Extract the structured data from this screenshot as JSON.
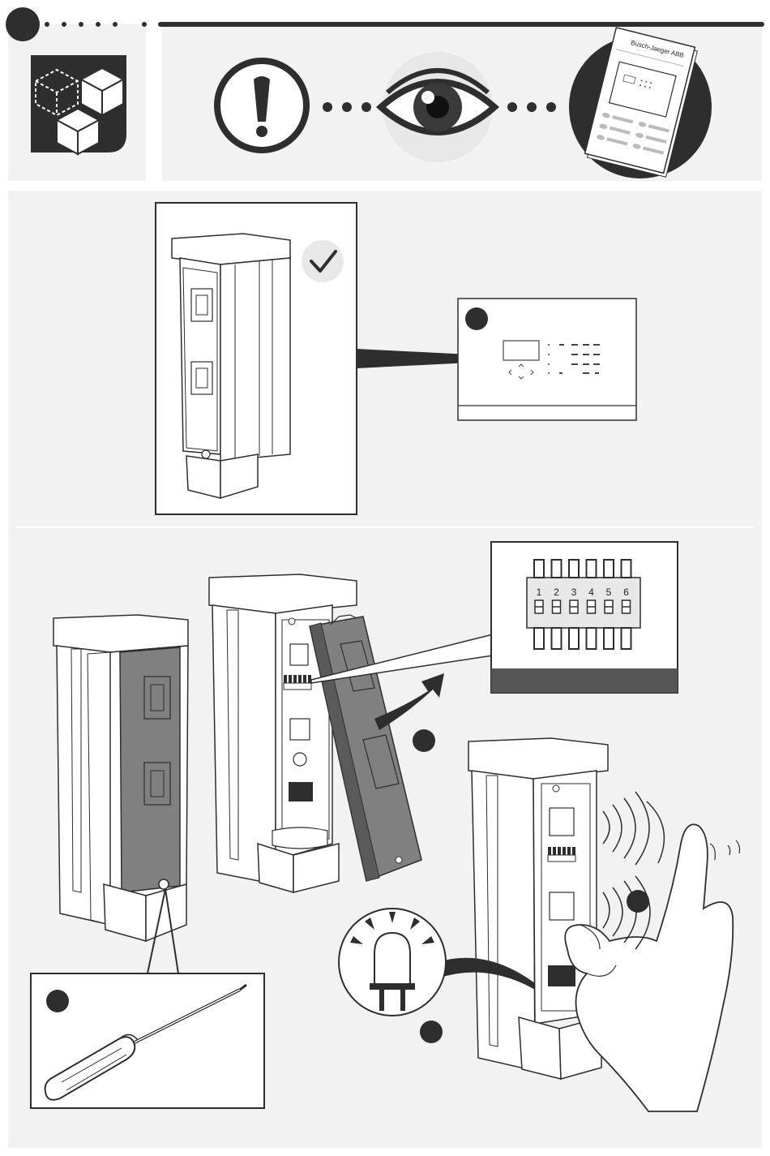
{
  "manual": {
    "brand_text": "Busch-Jaeger ABB",
    "dip_switches": {
      "labels": [
        "1",
        "2",
        "3",
        "4",
        "5",
        "6"
      ]
    }
  },
  "colors": {
    "dark": "#2e2e2e",
    "panel": "#f2f2f2",
    "mid_gray": "#808080",
    "device_white": "#ffffff"
  },
  "icons": [
    "step-marker-icon",
    "package-contents-icon",
    "warning-icon",
    "eye-icon",
    "manual-booklet-icon",
    "checkmark-icon",
    "screwdriver-icon",
    "led-icon",
    "hand-icon",
    "arrow-icon"
  ]
}
